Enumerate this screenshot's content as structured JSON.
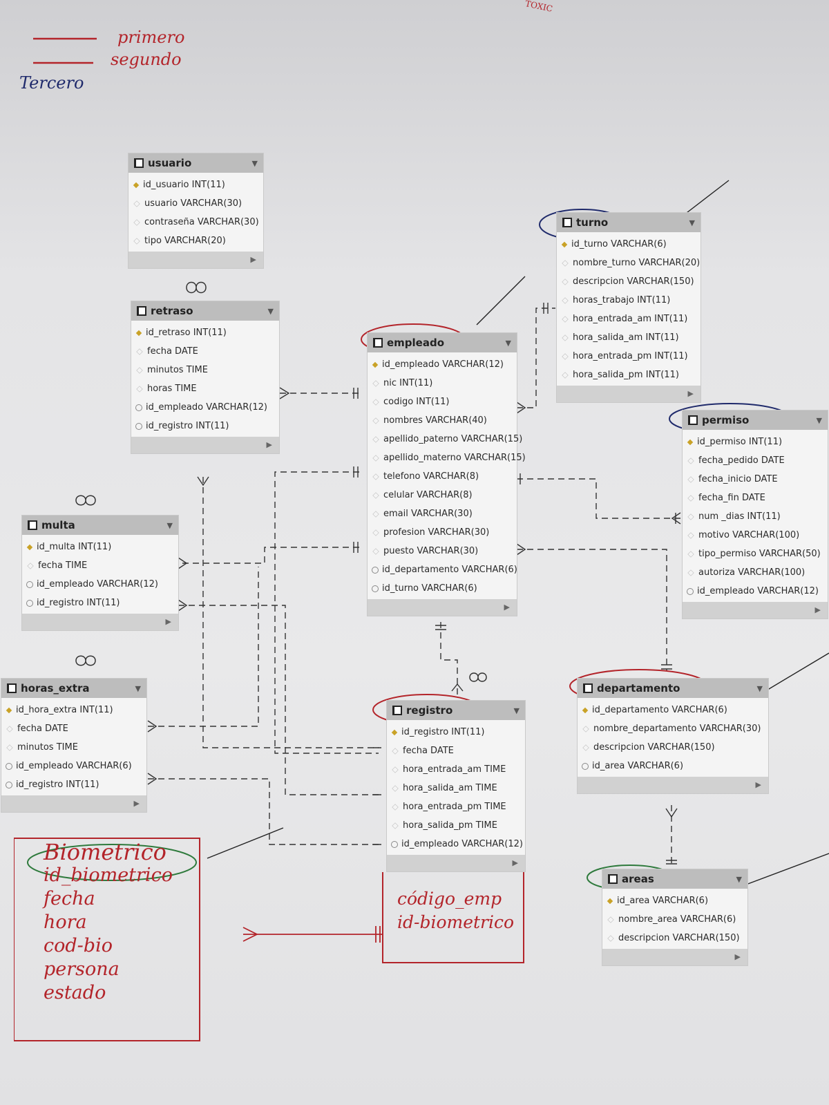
{
  "notes": {
    "primero": "primero",
    "segundo": "segundo",
    "tercero": "Tercero",
    "topright": "TOXIC"
  },
  "tables": {
    "usuario": {
      "name": "usuario",
      "columns": [
        {
          "text": "id_usuario INT(11)",
          "kind": "pk"
        },
        {
          "text": "usuario VARCHAR(30)",
          "kind": "plain"
        },
        {
          "text": "contraseña VARCHAR(30)",
          "kind": "plain"
        },
        {
          "text": "tipo VARCHAR(20)",
          "kind": "plain"
        }
      ]
    },
    "retraso": {
      "name": "retraso",
      "columns": [
        {
          "text": "id_retraso INT(11)",
          "kind": "pk"
        },
        {
          "text": "fecha DATE",
          "kind": "plain"
        },
        {
          "text": "minutos TIME",
          "kind": "plain"
        },
        {
          "text": "horas TIME",
          "kind": "plain"
        },
        {
          "text": "id_empleado VARCHAR(12)",
          "kind": "fk"
        },
        {
          "text": "id_registro INT(11)",
          "kind": "fk"
        }
      ]
    },
    "multa": {
      "name": "multa",
      "columns": [
        {
          "text": "id_multa INT(11)",
          "kind": "pk"
        },
        {
          "text": "fecha TIME",
          "kind": "plain"
        },
        {
          "text": "id_empleado VARCHAR(12)",
          "kind": "fk"
        },
        {
          "text": "id_registro INT(11)",
          "kind": "fk"
        }
      ]
    },
    "horas_extra": {
      "name": "horas_extra",
      "columns": [
        {
          "text": "id_hora_extra INT(11)",
          "kind": "pk"
        },
        {
          "text": "fecha DATE",
          "kind": "plain"
        },
        {
          "text": "minutos TIME",
          "kind": "plain"
        },
        {
          "text": "id_empleado VARCHAR(6)",
          "kind": "fk"
        },
        {
          "text": "id_registro INT(11)",
          "kind": "fk"
        }
      ]
    },
    "empleado": {
      "name": "empleado",
      "columns": [
        {
          "text": "id_empleado VARCHAR(12)",
          "kind": "pk"
        },
        {
          "text": "nic INT(11)",
          "kind": "plain"
        },
        {
          "text": "codigo INT(11)",
          "kind": "plain"
        },
        {
          "text": "nombres VARCHAR(40)",
          "kind": "plain"
        },
        {
          "text": "apellido_paterno VARCHAR(15)",
          "kind": "plain"
        },
        {
          "text": "apellido_materno VARCHAR(15)",
          "kind": "plain"
        },
        {
          "text": "telefono VARCHAR(8)",
          "kind": "plain"
        },
        {
          "text": "celular VARCHAR(8)",
          "kind": "plain"
        },
        {
          "text": "email VARCHAR(30)",
          "kind": "plain"
        },
        {
          "text": "profesion VARCHAR(30)",
          "kind": "plain"
        },
        {
          "text": "puesto VARCHAR(30)",
          "kind": "plain"
        },
        {
          "text": "id_departamento VARCHAR(6)",
          "kind": "fk"
        },
        {
          "text": "id_turno VARCHAR(6)",
          "kind": "fk"
        }
      ]
    },
    "turno": {
      "name": "turno",
      "columns": [
        {
          "text": "id_turno VARCHAR(6)",
          "kind": "pk"
        },
        {
          "text": "nombre_turno VARCHAR(20)",
          "kind": "plain"
        },
        {
          "text": "descripcion VARCHAR(150)",
          "kind": "plain"
        },
        {
          "text": "horas_trabajo INT(11)",
          "kind": "plain"
        },
        {
          "text": "hora_entrada_am INT(11)",
          "kind": "plain"
        },
        {
          "text": "hora_salida_am INT(11)",
          "kind": "plain"
        },
        {
          "text": "hora_entrada_pm INT(11)",
          "kind": "plain"
        },
        {
          "text": "hora_salida_pm INT(11)",
          "kind": "plain"
        }
      ]
    },
    "permiso": {
      "name": "permiso",
      "columns": [
        {
          "text": "id_permiso INT(11)",
          "kind": "pk"
        },
        {
          "text": "fecha_pedido DATE",
          "kind": "plain"
        },
        {
          "text": "fecha_inicio DATE",
          "kind": "plain"
        },
        {
          "text": "fecha_fin DATE",
          "kind": "plain"
        },
        {
          "text": "num _dias INT(11)",
          "kind": "plain"
        },
        {
          "text": "motivo VARCHAR(100)",
          "kind": "plain"
        },
        {
          "text": "tipo_permiso VARCHAR(50)",
          "kind": "plain"
        },
        {
          "text": "autoriza VARCHAR(100)",
          "kind": "plain"
        },
        {
          "text": "id_empleado VARCHAR(12)",
          "kind": "fk"
        }
      ]
    },
    "registro": {
      "name": "registro",
      "columns": [
        {
          "text": "id_registro INT(11)",
          "kind": "pk"
        },
        {
          "text": "fecha DATE",
          "kind": "plain"
        },
        {
          "text": "hora_entrada_am TIME",
          "kind": "plain"
        },
        {
          "text": "hora_salida_am TIME",
          "kind": "plain"
        },
        {
          "text": "hora_entrada_pm TIME",
          "kind": "plain"
        },
        {
          "text": "hora_salida_pm TIME",
          "kind": "plain"
        },
        {
          "text": "id_empleado VARCHAR(12)",
          "kind": "fk"
        }
      ]
    },
    "departamento": {
      "name": "departamento",
      "columns": [
        {
          "text": "id_departamento VARCHAR(6)",
          "kind": "pk"
        },
        {
          "text": "nombre_departamento VARCHAR(30)",
          "kind": "plain"
        },
        {
          "text": "descripcion VARCHAR(150)",
          "kind": "plain"
        },
        {
          "text": "id_area VARCHAR(6)",
          "kind": "fk"
        }
      ]
    },
    "areas": {
      "name": "areas",
      "columns": [
        {
          "text": "id_area VARCHAR(6)",
          "kind": "pk"
        },
        {
          "text": "nombre_area VARCHAR(6)",
          "kind": "plain"
        },
        {
          "text": "descripcion VARCHAR(150)",
          "kind": "plain"
        }
      ]
    }
  },
  "handwritten": {
    "biometrico": {
      "title": "Biometrico",
      "fields": [
        "id_biometrico",
        "fecha",
        "hora",
        "cod-bio",
        "persona",
        "estado"
      ]
    },
    "registro_extra": [
      "código_emp",
      "id-biometrico"
    ]
  },
  "colors": {
    "ink_red": "#b3242a",
    "ink_navy": "#1f2a6b",
    "header_gray": "#bdbdbd"
  }
}
